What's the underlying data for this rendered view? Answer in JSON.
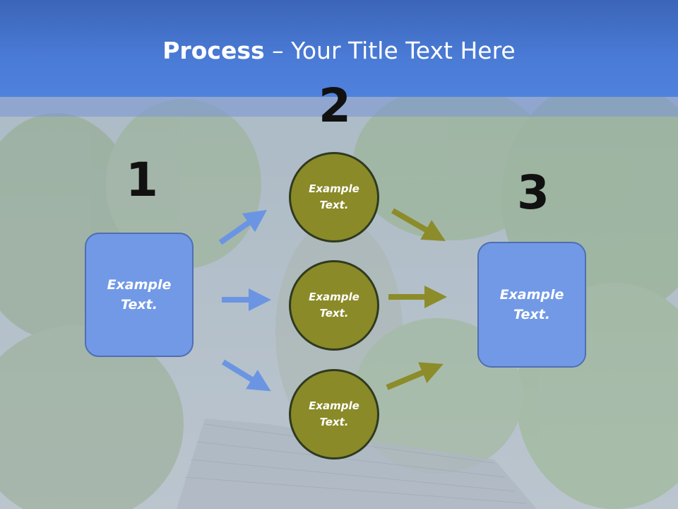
{
  "slide": {
    "title_bold": "Process",
    "title_rest": " – Your Title Text Here"
  },
  "steps": {
    "one": "1",
    "two": "2",
    "three": "3"
  },
  "nodes": {
    "left_box": "Example\nText.",
    "circle_top": "Example\nText.",
    "circle_middle": "Example\nText.",
    "circle_bottom": "Example\nText.",
    "right_box": "Example\nText."
  },
  "colors": {
    "header": "#4a7bd6",
    "box_fill": "#7199e6",
    "circle_fill": "#8a8a28",
    "blue_arrow": "#6b95e3",
    "olive_arrow": "#8c8c2a"
  }
}
